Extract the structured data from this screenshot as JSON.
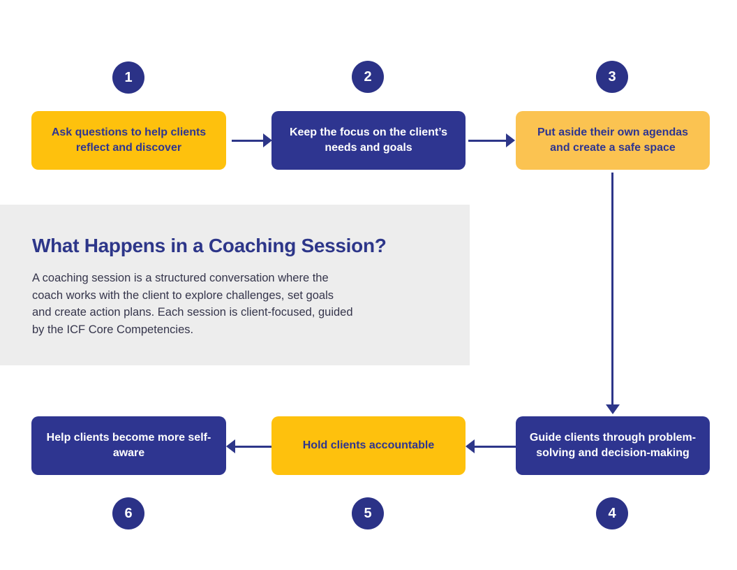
{
  "palette": {
    "primary_blue": "#2E3590",
    "badge_blue": "#2B3287",
    "arrow_blue": "#2D3689",
    "title_blue": "#2D3689",
    "yellow": "#FEC10D",
    "yellow_light": "#FBC351",
    "panel_gray": "#EDEDED",
    "body_text": "#35354B",
    "background": "#FFFFFF"
  },
  "info_panel": {
    "title": "What Happens in a Coaching Session?",
    "body": "A coaching session is a structured conversation where the\ncoach works with the client to explore challenges, set goals\nand create action plans. Each session is client-focused, guided\nby the ICF Core Competencies."
  },
  "steps": [
    {
      "number": "1",
      "label": "Ask questions to help clients reflect and discover",
      "variant": "yellow"
    },
    {
      "number": "2",
      "label": "Keep the focus on the client’s needs and goals",
      "variant": "blue"
    },
    {
      "number": "3",
      "label": "Put aside their own agendas and create a safe space",
      "variant": "yellow-light"
    },
    {
      "number": "4",
      "label": "Guide clients through problem-solving and decision-making",
      "variant": "blue"
    },
    {
      "number": "5",
      "label": "Hold clients accountable",
      "variant": "yellow"
    },
    {
      "number": "6",
      "label": "Help clients become more self-aware",
      "variant": "blue"
    }
  ]
}
